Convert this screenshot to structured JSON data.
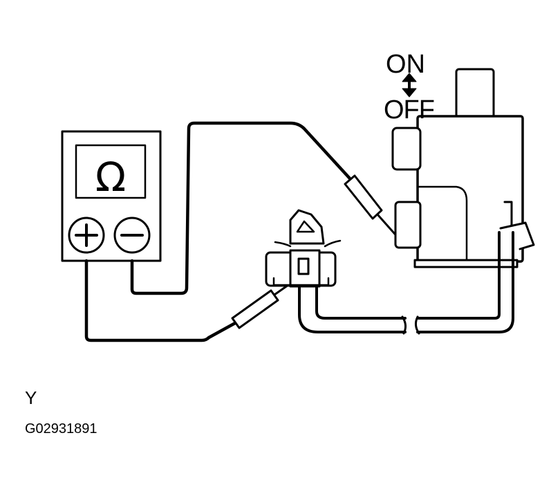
{
  "diagram": {
    "switch_states": {
      "on": "ON",
      "off": "OFF"
    },
    "meter_symbol": "Ω",
    "meter_terminals": {
      "positive": "+",
      "negative": "−"
    },
    "connector_label": "Y",
    "figure_code": "G02931891"
  }
}
